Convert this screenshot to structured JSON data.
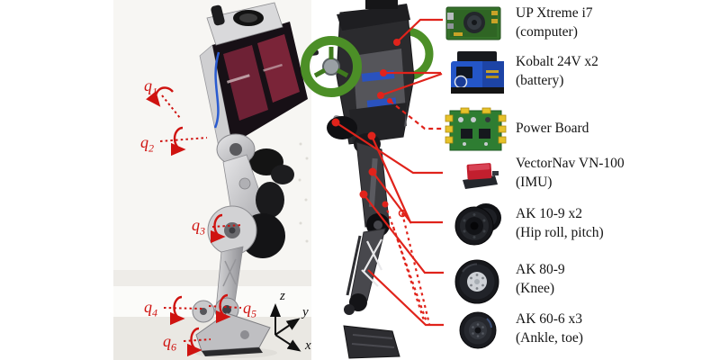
{
  "figure_kind": "bipedal-robot-hardware-annotation",
  "left_panel": {
    "description": "photo of bipedal robot leg with joint coordinate annotations",
    "joint_labels": [
      {
        "symbol": "q",
        "index": "1"
      },
      {
        "symbol": "q",
        "index": "2"
      },
      {
        "symbol": "q",
        "index": "3"
      },
      {
        "symbol": "q",
        "index": "4"
      },
      {
        "symbol": "q",
        "index": "5"
      },
      {
        "symbol": "q",
        "index": "6"
      }
    ],
    "axis_labels": {
      "x": "x",
      "y": "y",
      "z": "z"
    }
  },
  "components": [
    {
      "name": "UP Xtreme i7",
      "role": "(computer)",
      "icon": "single-board-computer"
    },
    {
      "name": "Kobalt 24V x2",
      "role": "(battery)",
      "icon": "battery-pack"
    },
    {
      "name": "Power Board",
      "role": "",
      "icon": "power-pcb"
    },
    {
      "name": "VectorNav VN-100",
      "role": "(IMU)",
      "icon": "imu-module"
    },
    {
      "name": "AK 10-9 x2",
      "role": "(Hip roll, pitch)",
      "icon": "hip-motor"
    },
    {
      "name": "AK 80-9",
      "role": "(Knee)",
      "icon": "knee-motor"
    },
    {
      "name": "AK 60-6 x3",
      "role": "(Ankle, toe)",
      "icon": "ankle-motor"
    }
  ],
  "colors": {
    "callout_red": "#e0231b",
    "joint_label_red": "#cf1310",
    "pcb_green": "#2e7d32",
    "battery_blue": "#2456c8",
    "guard_wheel_green": "#4c8f27",
    "torso_maroon": "#6e2135"
  }
}
